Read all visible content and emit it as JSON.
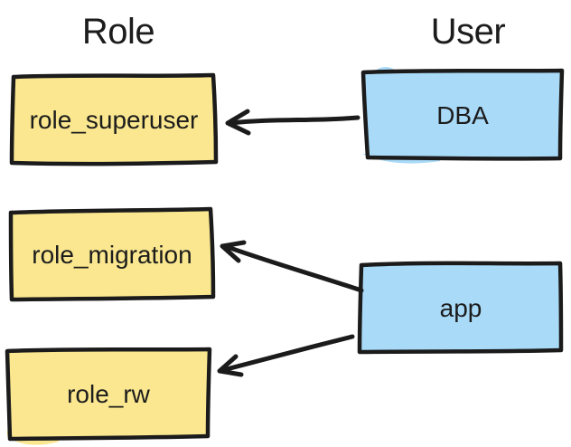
{
  "diagram": {
    "columns": [
      {
        "id": "role",
        "title": "Role"
      },
      {
        "id": "user",
        "title": "User"
      }
    ],
    "roles": [
      {
        "label": "role_superuser"
      },
      {
        "label": "role_migration"
      },
      {
        "label": "role_rw"
      }
    ],
    "users": [
      {
        "label": "DBA"
      },
      {
        "label": "app"
      }
    ],
    "edges": [
      {
        "from": "DBA",
        "to": "role_superuser"
      },
      {
        "from": "app",
        "to": "role_migration"
      },
      {
        "from": "app",
        "to": "role_rw"
      }
    ],
    "colors": {
      "role_fill": "#FAE78F",
      "user_fill": "#A9DAF8",
      "stroke": "#1B1B1B",
      "text": "#1C1C1C",
      "background": "#FFFFFF"
    }
  }
}
